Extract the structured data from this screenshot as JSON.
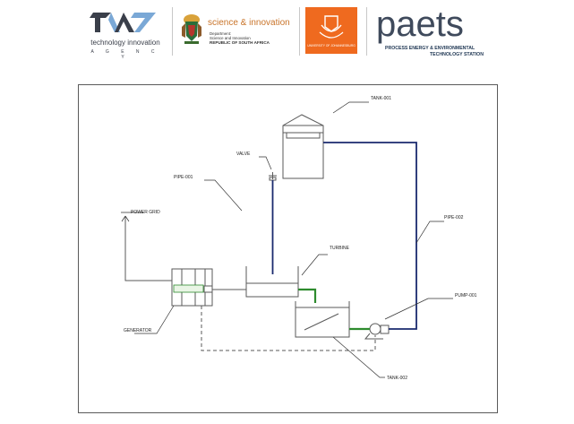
{
  "header": {
    "tia": {
      "name": "technology innovation",
      "subtitle": "A G E N C Y"
    },
    "dsi": {
      "name": "science & innovation",
      "line1": "Department:",
      "line2": "Science and Innovation",
      "line3": "REPUBLIC OF SOUTH AFRICA"
    },
    "uj": {
      "name": "UNIVERSITY OF JOHANNESBURG"
    },
    "paets": {
      "name": "paets",
      "line1": "PROCESS ENERGY & ENVIRONMENTAL",
      "line2": "TECHNOLOGY STATION"
    }
  },
  "diagram": {
    "labels": {
      "tank_001": "TANK-001",
      "valve": "VALVE",
      "pipe_001": "PIPE-001",
      "power_grid": "POWER GRID",
      "turbine": "TURBINE",
      "pipe_002": "PIPE-002",
      "pump_001": "PUMP-001",
      "generator": "GENERATOR",
      "tank_002": "TANK-002"
    },
    "colors": {
      "line": "#5a5a5a",
      "pipe_dark": "#1a2a6e",
      "flow_green": "#2e8b2e",
      "generator_fill": "#e9f5e5"
    }
  }
}
